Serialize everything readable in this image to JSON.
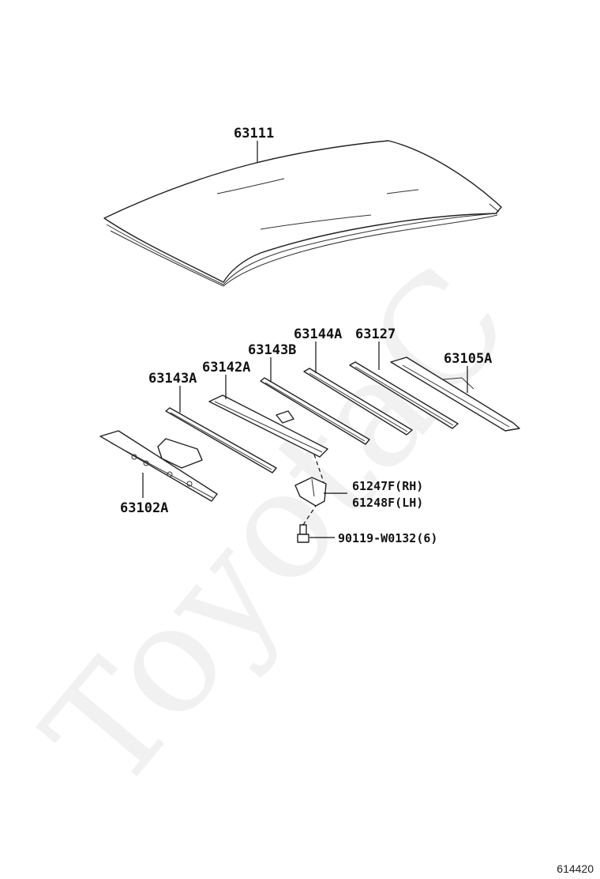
{
  "watermark": "ToyotaC",
  "figure_number": "614420",
  "callouts": {
    "roof_panel": "63111",
    "bow_63143a": "63143A",
    "bow_63142a": "63142A",
    "bow_63143b": "63143B",
    "bow_63144a": "63144A",
    "bow_63127": "63127",
    "rail_rear": "63105A",
    "rail_front": "63102A",
    "bracket_rh": "61247F(RH)",
    "bracket_lh": "61248F(LH)",
    "bolt": "90119-W0132(6)"
  }
}
